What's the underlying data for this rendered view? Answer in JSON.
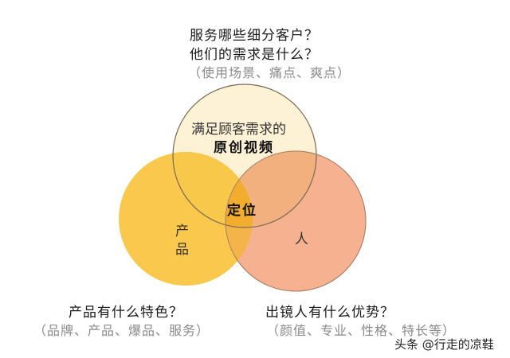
{
  "top": {
    "line1": "服务哪些细分客户？",
    "line2": "他们的需求是什么？",
    "line3": "（使用场景、痛点、爽点）"
  },
  "circles": {
    "top": {
      "label1": "满足顾客需求的",
      "label2": "原创视频",
      "fill": "#fdf1d6",
      "stroke": "#7a6a55"
    },
    "left": {
      "label1": "产",
      "label2": "品",
      "fill": "#f9c542"
    },
    "right": {
      "label": "人",
      "fill": "#f4a57c"
    },
    "center": {
      "label": "定位",
      "fill": "#f4ae2c"
    }
  },
  "bottom_left": {
    "line1": "产品有什么特色？",
    "line2": "（品牌、产品、爆品、服务）"
  },
  "bottom_right": {
    "line1": "出镜人有什么优势？",
    "line2": "（颜值、专业、性格、特长等）"
  },
  "watermark": "头条 @行走的凉鞋"
}
